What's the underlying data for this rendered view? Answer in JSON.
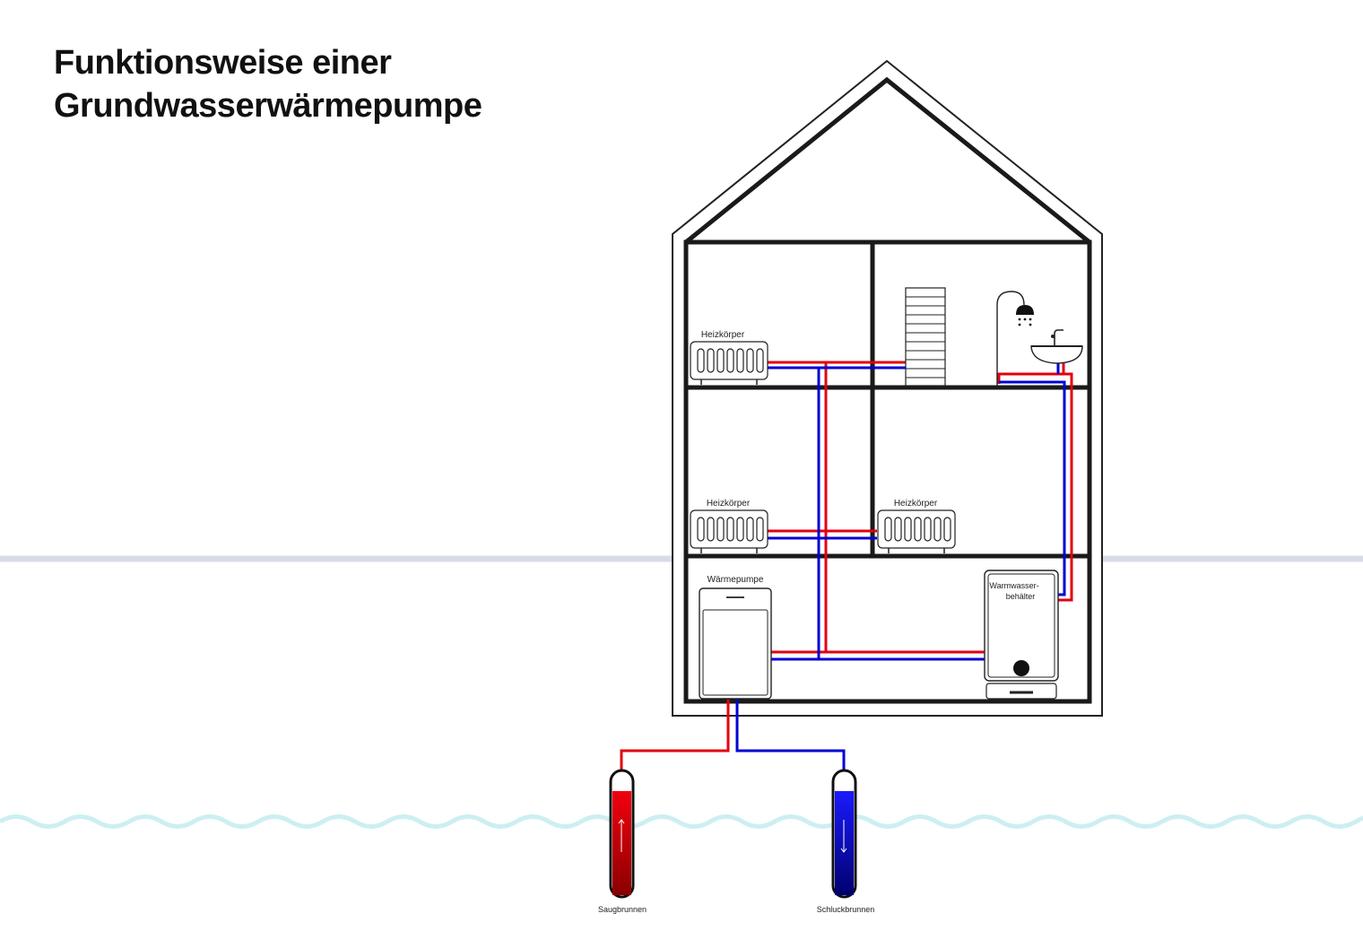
{
  "title": {
    "line1": "Funktionsweise einer",
    "line2": "Grundwasserwärmepumpe"
  },
  "labels": {
    "radiator_top": "Heizkörper",
    "radiator_mid_left": "Heizkörper",
    "radiator_mid_right": "Heizkörper",
    "heat_pump": "Wärmepumpe",
    "water_tank_line1": "Warmwasser-",
    "water_tank_line2": "behälter",
    "suction_well": "Saugbrunnen",
    "injection_well": "Schluckbrunnen"
  },
  "icons": {
    "radiator": "radiator-icon",
    "towel_radiator": "towel-radiator-icon",
    "shower": "shower-icon",
    "sink": "sink-icon",
    "arrow_up": "arrow-up-icon",
    "arrow_down": "arrow-down-icon"
  },
  "colors": {
    "supply": "#e3000f",
    "return": "#0000d6",
    "house_outline": "#1a1a1a",
    "ground_line": "#d8dce6",
    "groundwater": "#cdeff1"
  }
}
